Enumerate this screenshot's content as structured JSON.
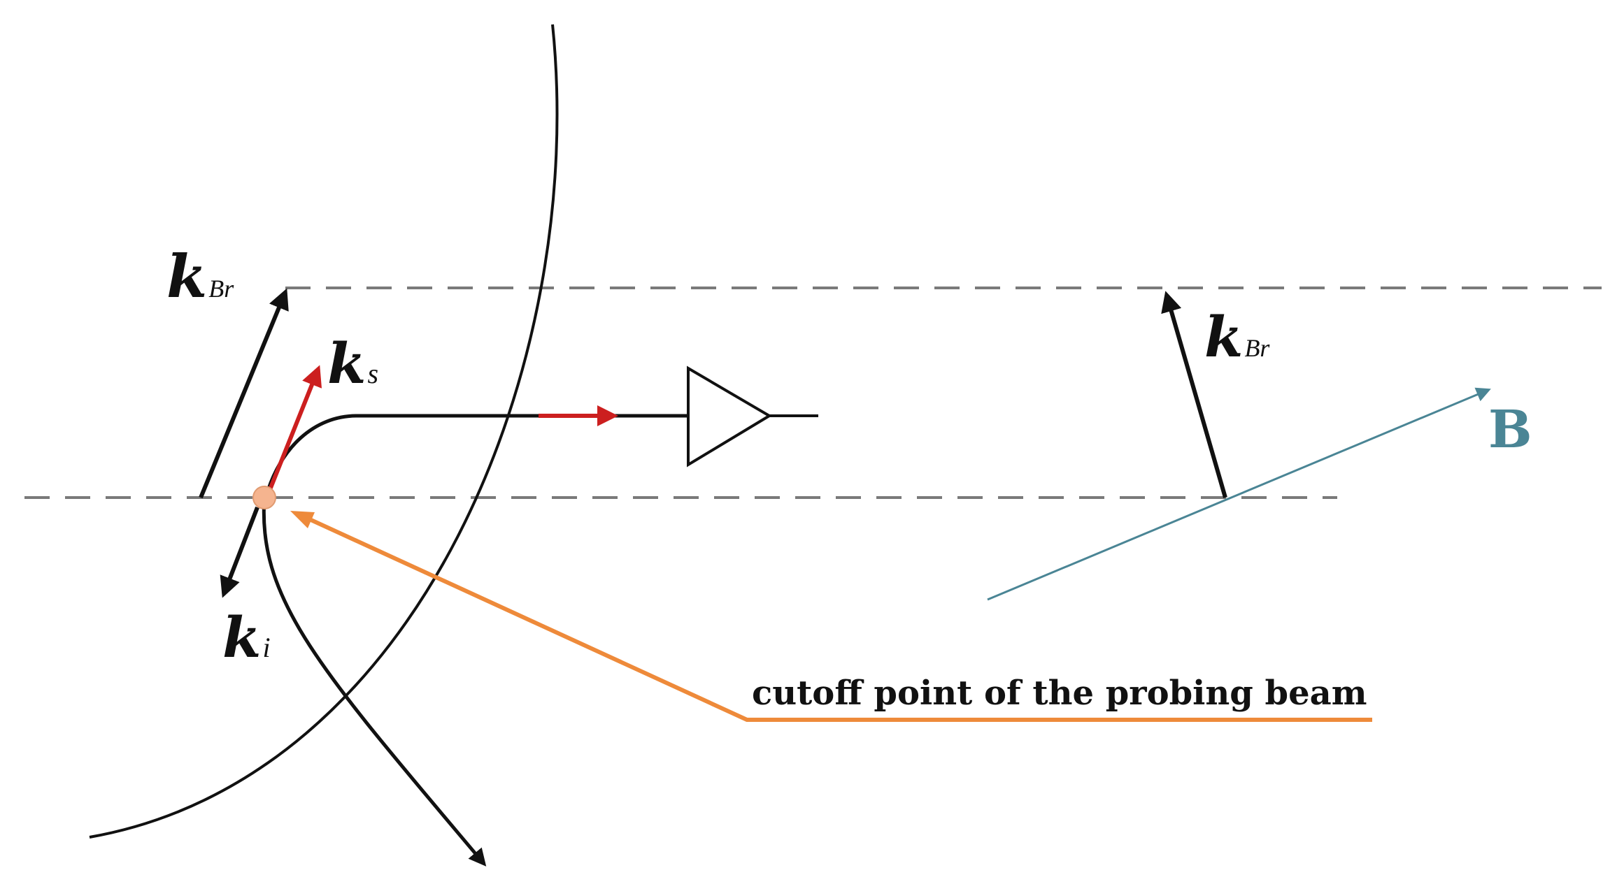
{
  "diagram": {
    "labels": {
      "k_br_left": {
        "main": "k",
        "sub": "Br"
      },
      "k_s": {
        "main": "k",
        "sub": "s"
      },
      "k_i": {
        "main": "k",
        "sub": "i"
      },
      "k_br_right": {
        "main": "k",
        "sub": "Br"
      },
      "b_field": "B",
      "cutoff_annotation": "cutoff point of the probing beam"
    },
    "colors": {
      "black": "#111111",
      "dashed_line": "#7a7a7a",
      "red_vector": "#cc1f1f",
      "magnetic_field": "#4a8595",
      "annotation_orange": "#ee8a3a",
      "cutoff_point": "#f5b48f"
    }
  }
}
